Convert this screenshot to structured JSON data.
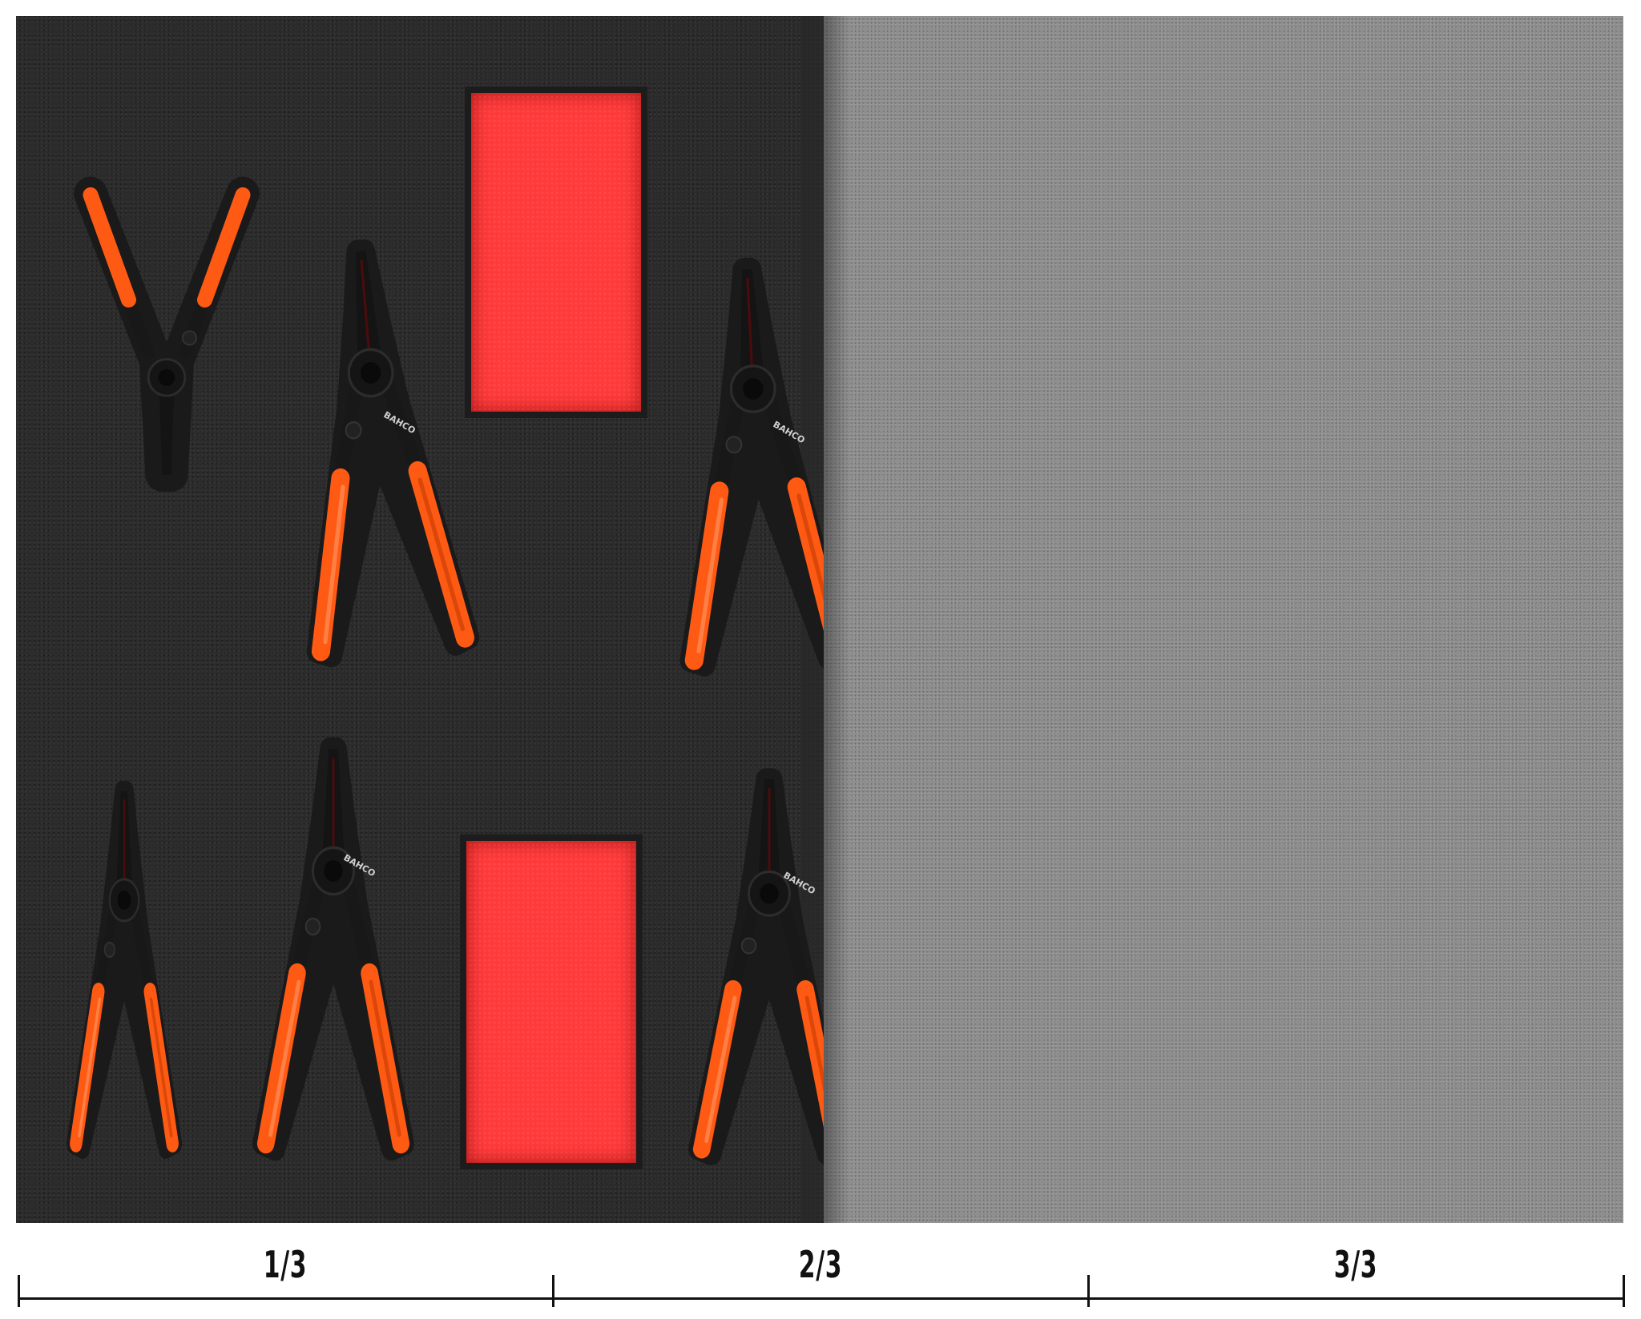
{
  "image": {
    "tray_colors": {
      "foam": "#2b2b2b",
      "empty_section": "#8d8d8d",
      "pocket": "#ff3a3a",
      "handle": "#ff5a14"
    },
    "brand_text": "BAHCO",
    "scale": {
      "labels": [
        "1/3",
        "2/3",
        "3/3"
      ]
    }
  }
}
